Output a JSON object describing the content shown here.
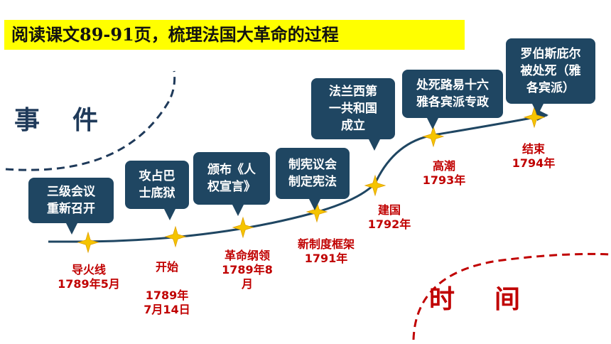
{
  "title": "阅读课文89-91页，梳理法国大革命的过程",
  "side_labels": {
    "events": "事件",
    "times": "时间"
  },
  "colors": {
    "bubble": "#1f4662",
    "label": "#c00000",
    "star": "#f5c400",
    "title_bg": "#ffff00"
  },
  "stages": [
    {
      "event": "三级会议\n重新召开",
      "label": "导火线\n1789年5月"
    },
    {
      "event": "攻占巴\n士底狱",
      "label": "开始\n\n1789年\n7月14日"
    },
    {
      "event": "颁布《人\n权宣言》",
      "label": "革命纲领\n1789年8\n月"
    },
    {
      "event": "制宪议会\n制定宪法",
      "label": "新制度框架\n1791年"
    },
    {
      "event": "法兰西第\n一共和国\n成立",
      "label": "建国\n1792年"
    },
    {
      "event": "处死路易十六\n雅各宾派专政",
      "label": "高潮\n1793年"
    },
    {
      "event": "罗伯斯庇尔\n被处死（雅\n各宾派）",
      "label": "结束\n1794年"
    }
  ]
}
